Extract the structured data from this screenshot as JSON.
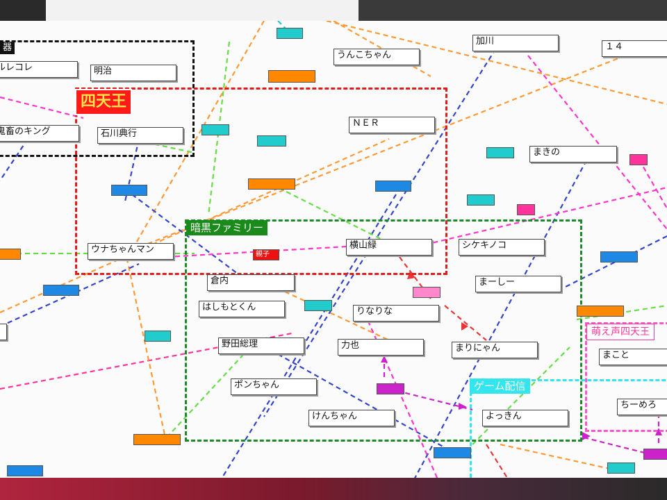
{
  "groups": [
    {
      "label": "四天王",
      "color": "#e01b1b",
      "label_bg": "#ff1a1a",
      "label_color": "#ffe14a"
    },
    {
      "label": "暗黒ファミリー",
      "color": "#1a8a2a",
      "label_bg": "#1a8a1a",
      "label_color": "#ffffff"
    },
    {
      "label": "萌え声四天王",
      "color": "#ff55cc",
      "label_bg": "#ffffff",
      "label_color": "#ff3399"
    },
    {
      "label": "ゲーム配信",
      "color": "#33e6ee",
      "label_bg": "#33e6ee",
      "label_color": "#ffffff"
    },
    {
      "label": "器",
      "color": "#111111",
      "label_bg": "#111111",
      "label_color": "#ffffff"
    }
  ],
  "nodes": [
    {
      "name": "node-koreore",
      "label": "ルレコレ"
    },
    {
      "name": "node-meiji",
      "label": "明治"
    },
    {
      "name": "node-unkochan",
      "label": "うんこちゃん"
    },
    {
      "name": "node-kagawa",
      "label": "加川"
    },
    {
      "name": "node-14",
      "label": "１４"
    },
    {
      "name": "node-kichiku-king",
      "label": "鬼畜のキング"
    },
    {
      "name": "node-ishikawa",
      "label": "石川典行"
    },
    {
      "name": "node-ner",
      "label": "ＮＥＲ"
    },
    {
      "name": "node-makino",
      "label": "まきの"
    },
    {
      "name": "node-unachan-man",
      "label": "ウナちゃんマン"
    },
    {
      "name": "node-yokoyama",
      "label": "横山緑"
    },
    {
      "name": "node-shikekinoko",
      "label": "シケキノコ"
    },
    {
      "name": "node-kurauchi",
      "label": "倉内"
    },
    {
      "name": "node-mashi",
      "label": "まーしー"
    },
    {
      "name": "node-hashimoto",
      "label": "はしもとくん"
    },
    {
      "name": "node-rinarina",
      "label": "りなりな"
    },
    {
      "name": "node-noda",
      "label": "野田総理"
    },
    {
      "name": "node-riki",
      "label": "力也"
    },
    {
      "name": "node-marinyan",
      "label": "まりにゃん"
    },
    {
      "name": "node-makoto",
      "label": "まこと"
    },
    {
      "name": "node-ponchan",
      "label": "ポンちゃん"
    },
    {
      "name": "node-chimero",
      "label": "ちーめろ"
    },
    {
      "name": "node-kenchan",
      "label": "けんちゃん"
    },
    {
      "name": "node-yokkin",
      "label": "よっきん"
    }
  ],
  "tags": [
    {
      "label": "",
      "bg": "#22cccc"
    },
    {
      "label": "",
      "bg": "#ff8800"
    },
    {
      "label": "",
      "bg": "#22cccc"
    },
    {
      "label": "",
      "bg": "#22cccc"
    },
    {
      "label": "",
      "bg": "#22cccc"
    },
    {
      "label": "",
      "bg": "#1e88e5"
    },
    {
      "label": "",
      "bg": "#ff8800"
    },
    {
      "label": "",
      "bg": "#1e88e5"
    },
    {
      "label": "",
      "bg": "#ff3399"
    },
    {
      "label": "",
      "bg": "#22cccc"
    },
    {
      "label": "",
      "bg": "#ff3399"
    },
    {
      "label": "",
      "bg": "#ff3399"
    },
    {
      "label": "",
      "bg": "#ff8800"
    },
    {
      "label": "親子",
      "bg": "#ee1111"
    },
    {
      "label": "",
      "bg": "#1e88e5"
    },
    {
      "label": "",
      "bg": "#1e88e5"
    },
    {
      "label": "",
      "bg": "#ff88cc"
    },
    {
      "label": "",
      "bg": "#22cccc"
    },
    {
      "label": "",
      "bg": "#ff8800"
    },
    {
      "label": "",
      "bg": "#22cccc"
    },
    {
      "label": "",
      "bg": "#cc22cc"
    },
    {
      "label": "",
      "bg": "#ff8800"
    },
    {
      "label": "",
      "bg": "#1e88e5"
    },
    {
      "label": "",
      "bg": "#1e88e5"
    },
    {
      "label": "",
      "bg": "#22cccc"
    },
    {
      "label": "",
      "bg": "#cc22cc"
    },
    {
      "label": "",
      "bg": "#1e88e5"
    },
    {
      "label": "",
      "bg": "#22cccc"
    }
  ]
}
